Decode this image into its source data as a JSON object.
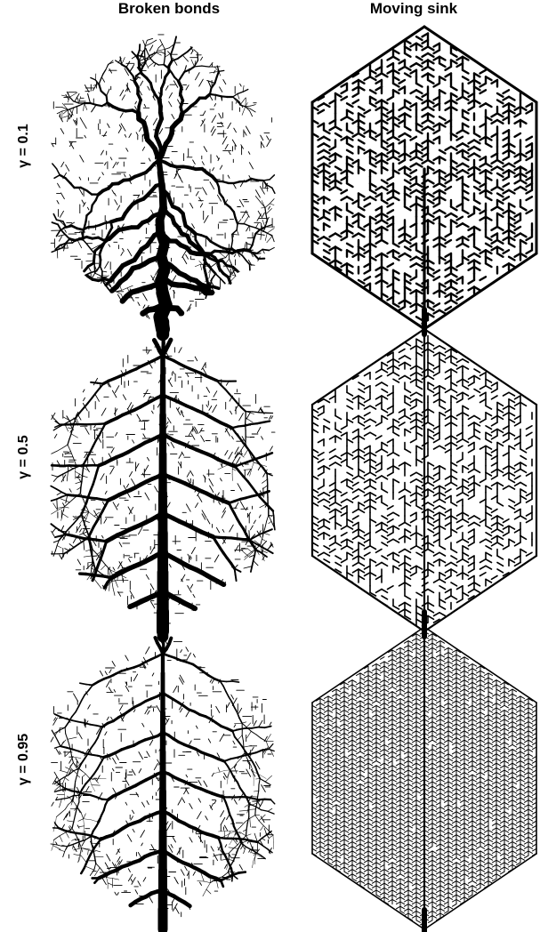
{
  "columns": {
    "left_title": "Broken bonds",
    "right_title": "Moving sink"
  },
  "rows": [
    {
      "label": "γ = 0.1"
    },
    {
      "label": "γ = 0.5"
    },
    {
      "label": "γ = 0.95"
    }
  ],
  "colors": {
    "ink": "#000000",
    "background": "#ffffff"
  }
}
